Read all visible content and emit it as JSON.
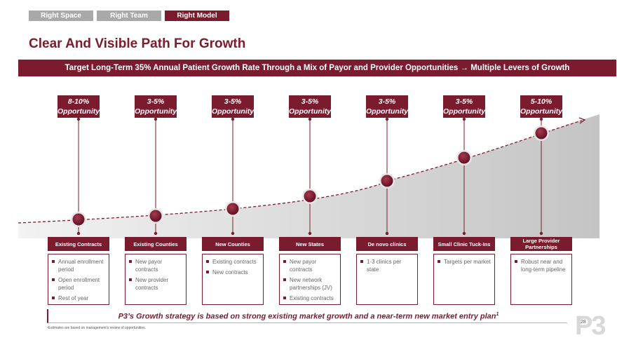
{
  "tabs": [
    "Right Space",
    "Right Team",
    "Right Model"
  ],
  "title": "Clear And Visible Path For Growth",
  "banner": "Target Long-Term 35% Annual Patient Growth Rate Through a Mix of Payor and Provider Opportunities → Multiple Levers of Growth",
  "columns": [
    {
      "pct": "8-10%",
      "opp": "Opportunity",
      "label": "Existing Contracts",
      "bullets": [
        "Annual enrollment period",
        "Open enrollment period",
        "Rest of year"
      ]
    },
    {
      "pct": "3-5%",
      "opp": "Opportunity",
      "label": "Existing Counties",
      "bullets": [
        "New payor contracts",
        "New provider contracts"
      ]
    },
    {
      "pct": "3-5%",
      "opp": "Opportunity",
      "label": "New Counties",
      "bullets": [
        "Existing contracts",
        "New contracts"
      ]
    },
    {
      "pct": "3-5%",
      "opp": "Opportunity",
      "label": "New States",
      "bullets": [
        "New payor contracts",
        "New network partnerships (JV)",
        "Existing contracts"
      ]
    },
    {
      "pct": "3-5%",
      "opp": "Opportunity",
      "label": "De novo clinics",
      "bullets": [
        "1-3 clinics per state"
      ]
    },
    {
      "pct": "3-5%",
      "opp": "Opportunity",
      "label": "Small Clinic Tuck-Ins",
      "bullets": [
        "Targets per market"
      ]
    },
    {
      "pct": "5-10%",
      "opp": "Opportunity",
      "label": "Large Provider Partnerships",
      "bullets": [
        "Robust near and long-term pipeline"
      ]
    }
  ],
  "bottom_text": "P3’s Growth strategy is based on strong existing market growth and a near-term new market entry plan",
  "bottom_sup": "1",
  "footnote": "¹Estimates are based on management's review of opportunities.",
  "page_number": "28",
  "logo": "P3",
  "colors": {
    "accent": "#7b1b2e",
    "tab_inactive": "#a9a9a9"
  }
}
